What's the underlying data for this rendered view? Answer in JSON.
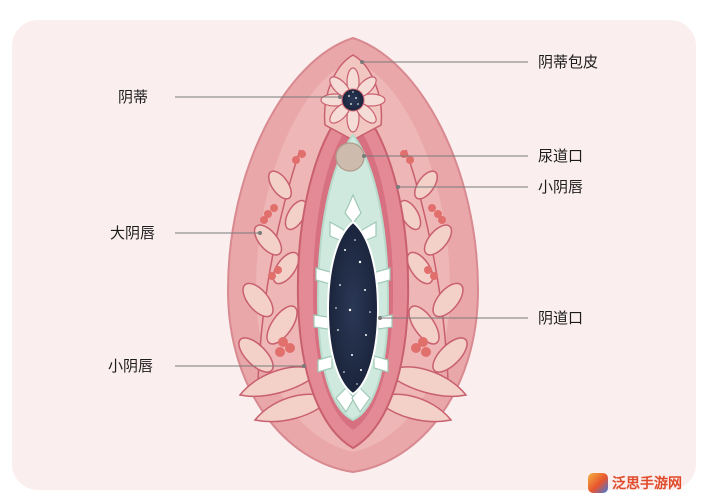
{
  "labels": {
    "clitoral_hood": "阴蒂包皮",
    "clitoris": "阴蒂",
    "urethral_opening": "尿道口",
    "labia_minora_right": "小阴唇",
    "labia_majora": "大阴唇",
    "vaginal_opening": "阴道口",
    "labia_minora_left": "小阴唇"
  },
  "watermark": {
    "brand": "泛思手游网"
  },
  "colors": {
    "background_panel": "#fbeeee",
    "outer_labia": "#e9a7aa",
    "outer_labia_edge": "#d88a90",
    "inner_labia": "#e48a96",
    "inner_labia_dark": "#c9606f",
    "vestibule": "#cfe9df",
    "vestibule_edge": "#b7dacb",
    "vaginal_opening": "#1f2a44",
    "leaves": "#f3d1c8",
    "leaf_edge": "#c9606f",
    "berries": "#e16f6c",
    "leader_line": "#7a7a7a"
  }
}
